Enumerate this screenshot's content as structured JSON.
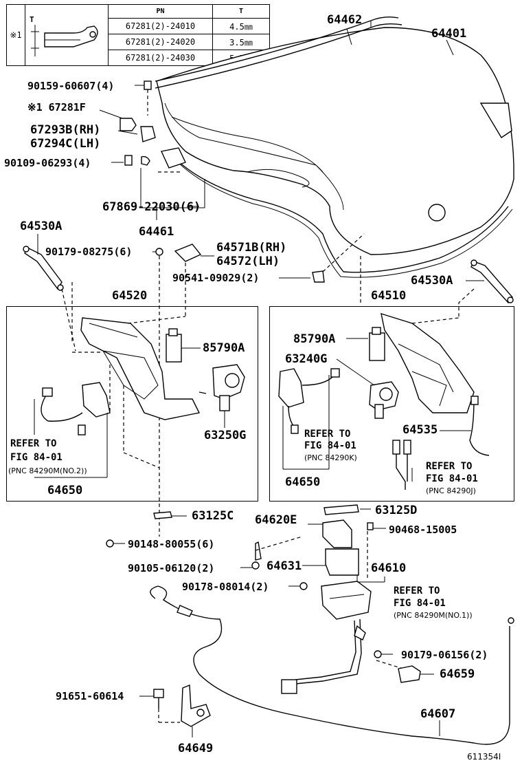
{
  "table": {
    "mark": "※1",
    "t_mark": "T",
    "col_pn": "PN",
    "col_t": "T",
    "rows": [
      {
        "pn": "67281(2)-24010",
        "t": "4.5㎜"
      },
      {
        "pn": "67281(2)-24020",
        "t": "3.5㎜"
      },
      {
        "pn": "67281(2)-24030",
        "t": "5.5㎜"
      }
    ]
  },
  "labels": {
    "p64462": "64462",
    "p64401": "64401",
    "p90159": "90159-60607(4)",
    "p67281": "※1 67281F",
    "p67293": "67293B(RH)",
    "p67294": "67294C(LH)",
    "p90109": "90109-06293(4)",
    "p67869": "67869-22030(6)",
    "p64461": "64461",
    "p64530a_l": "64530A",
    "p90179_08275": "90179-08275(6)",
    "p64571": "64571B(RH)",
    "p64572": "64572(LH)",
    "p90541": "90541-09029(2)",
    "p64530a_r": "64530A",
    "p64520": "64520",
    "p64510": "64510",
    "p85790a_l": "85790A",
    "p85790a_r": "85790A",
    "p63240g": "63240G",
    "p63250g": "63250G",
    "p64535": "64535",
    "p64650_l": "64650",
    "p64650_r": "64650",
    "p63125c": "63125C",
    "p63125d": "63125D",
    "p64620e": "64620E",
    "p90468": "90468-15005",
    "p90148": "90148-80055(6)",
    "p90105": "90105-06120(2)",
    "p64631": "64631",
    "p64610": "64610",
    "p90178": "90178-08014(2)",
    "p90179_06156": "90179-06156(2)",
    "p64659": "64659",
    "p91651": "91651-60614",
    "p64607": "64607",
    "p64649": "64649",
    "diagram_id": "611354I"
  },
  "refs": {
    "left": {
      "line1": "REFER TO",
      "line2": "FIG 84-01",
      "pnc": "(PNC 84290M(NO.2))"
    },
    "mid": {
      "line1": "REFER TO",
      "line2": "FIG 84-01",
      "pnc": "(PNC 84290K)"
    },
    "right": {
      "line1": "REFER TO",
      "line2": "FIG 84-01",
      "pnc": "(PNC 84290J)"
    },
    "lower": {
      "line1": "REFER TO",
      "line2": "FIG 84-01",
      "pnc": "(PNC 84290M(NO.1))"
    }
  }
}
